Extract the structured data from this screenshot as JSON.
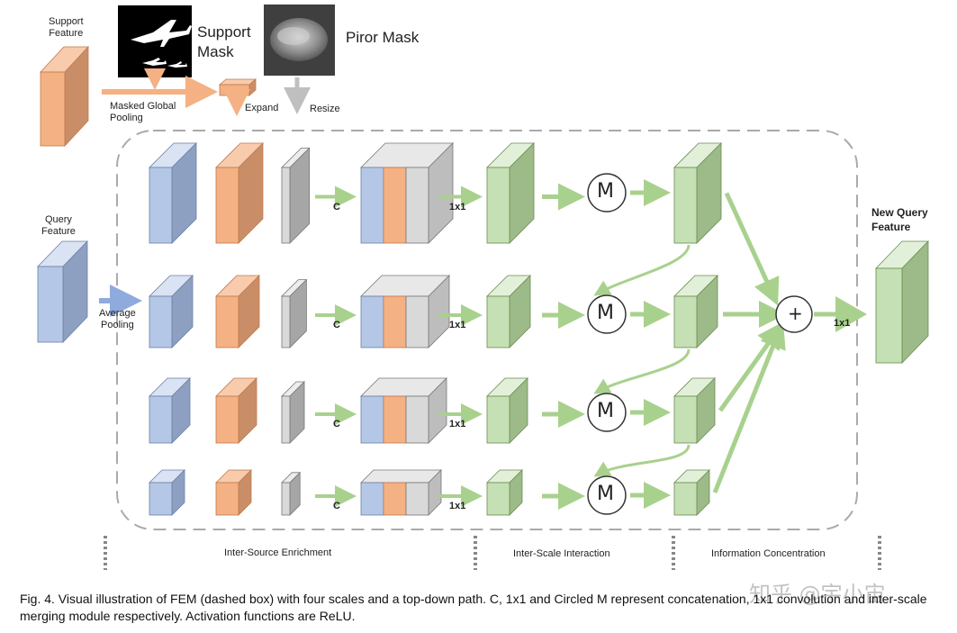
{
  "labels": {
    "support_feature": "Support\nFeature",
    "support_mask": "Support\nMask",
    "piror_mask": "Piror Mask",
    "masked_global_pooling": "Masked Global\nPooling",
    "expand": "Expand",
    "resize": "Resize",
    "query_feature": "Query\nFeature",
    "average_pooling": "Average\nPooling",
    "new_query_feature": "New Query\nFeature",
    "concat_symbol": "C",
    "conv_1x1": "1x1",
    "merge_symbol": "M",
    "plus_symbol": "+",
    "final_conv": "1x1"
  },
  "sections": {
    "inter_source": "Inter-Source Enrichment",
    "inter_scale": "Inter-Scale Interaction",
    "info_concentration": "Information Concentration"
  },
  "caption": "Fig. 4. Visual illustration of FEM (dashed box) with four scales and a top-down path. C, 1x1 and Circled M represent concatenation, 1x1 convolution and inter-scale merging module respectively. Activation functions are ReLU.",
  "watermark": "知乎 @宇小宙",
  "colors": {
    "blue": "#b4c7e7",
    "orange": "#f4b183",
    "gray": "#d9d9d9",
    "green": "#c5e0b4",
    "arrow_green": "#a9d18e",
    "arrow_orange": "#f4b183",
    "arrow_blue": "#8faadc",
    "arrow_gray": "#bfbfbf",
    "dash": "#aaaaaa"
  }
}
